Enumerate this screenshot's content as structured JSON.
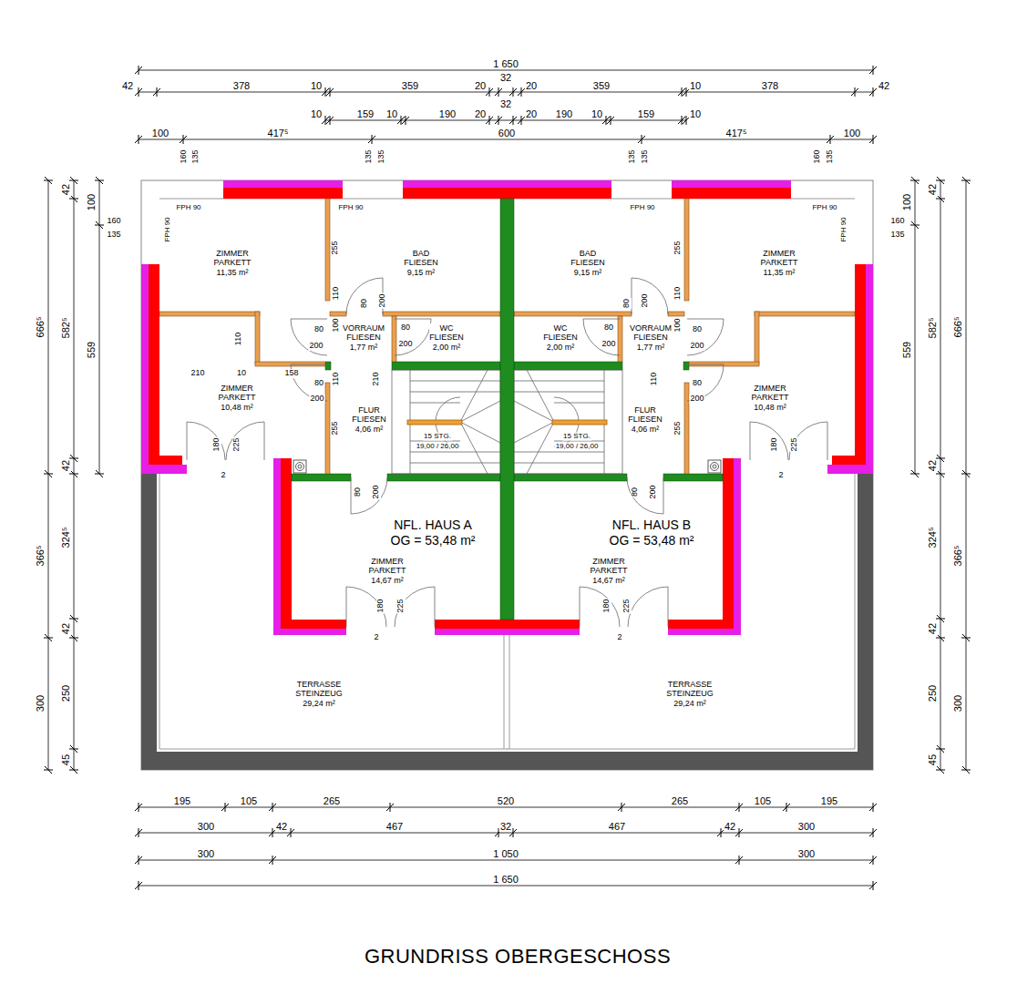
{
  "diagram": {
    "caption": "GRUNDRISS OBERGESCHOSS",
    "nodes": [
      {
        "text": [
          "ZIMMER PARKETT",
          "11,35 m²"
        ]
      },
      {
        "text": [
          "BAD FLIESEN",
          "9,15 m²"
        ]
      },
      {
        "text": [
          "VORRAUM FLIESEN",
          "1,77 m²"
        ]
      },
      {
        "text": [
          "WC FLIESEN",
          "2,00 m²"
        ]
      },
      {
        "text": [
          "ZIMMER PARKETT",
          "10,48 m²"
        ]
      },
      {
        "text": [
          "FLUR FLIESEN",
          "4,06 m²"
        ]
      },
      {
        "text": [
          "ZIMMER PARKETT",
          "14,67 m²"
        ]
      },
      {
        "text": [
          "TERRASSE STEINZEUG",
          "29,24 m²"
        ]
      },
      {
        "text": [
          "ZIMMER PARKETT",
          "11,35 m²"
        ]
      },
      {
        "text": [
          "BAD FLIESEN",
          "9,15 m²"
        ]
      },
      {
        "text": [
          "WC FLIESEN",
          "2,00 m²"
        ]
      },
      {
        "text": [
          "VORRAUM FLIESEN",
          "1,77 m²"
        ]
      },
      {
        "text": [
          "ZIMMER PARKETT",
          "10,48 m²"
        ]
      },
      {
        "text": [
          "FLUR FLIESEN",
          "4,06 m²"
        ]
      },
      {
        "text": [
          "ZIMMER PARKETT",
          "14,67 m²"
        ]
      },
      {
        "text": [
          "TERRASSE STEINZEUG",
          "29,24 m²"
        ]
      }
    ],
    "labels": [
      "1 650",
      "42",
      "378",
      "10",
      "359",
      "20",
      "32",
      "20",
      "359",
      "10",
      "378",
      "42",
      "10",
      "159",
      "10",
      "190",
      "20",
      "32",
      "20",
      "190",
      "10",
      "159",
      "10",
      "100",
      "417⁵",
      "600",
      "417⁵",
      "100",
      "160",
      "135",
      "135",
      "135",
      "135",
      "135",
      "160",
      "135",
      "160",
      "135",
      "160",
      "135",
      "FPH 90",
      "FPH 90",
      "FPH 90",
      "FPH 90",
      "FPH 90",
      "FPH 90",
      "666⁵",
      "366⁵",
      "300",
      "42",
      "582⁵",
      "42",
      "324⁵",
      "42",
      "250",
      "45",
      "100",
      "559",
      "100",
      "559",
      "42",
      "582⁵",
      "42",
      "324⁵",
      "42",
      "250",
      "45",
      "666⁵",
      "366⁵",
      "300",
      "195",
      "105",
      "265",
      "520",
      "265",
      "105",
      "195",
      "300",
      "42",
      "467",
      "32",
      "467",
      "42",
      "300",
      "300",
      "1 050",
      "300",
      "1 650",
      "255",
      "110",
      "80",
      "200",
      "100",
      "80",
      "200",
      "80",
      "200",
      "110",
      "210",
      "10",
      "158",
      "80",
      "200",
      "110",
      "210",
      "255",
      "180",
      "225",
      "2",
      "80",
      "200",
      "180",
      "225",
      "2",
      "15 STG.",
      "19,00 / 26,00",
      "NFL. HAUS A",
      "OG = 53,48 m²",
      "255",
      "110",
      "80",
      "200",
      "100",
      "80",
      "200",
      "80",
      "200",
      "110",
      "80",
      "200",
      "255",
      "180",
      "225",
      "2",
      "80",
      "200",
      "180",
      "225",
      "2",
      "15 STG.",
      "19,00 / 26,00",
      "NFL. HAUS B",
      "OG = 53,48 m²"
    ]
  }
}
